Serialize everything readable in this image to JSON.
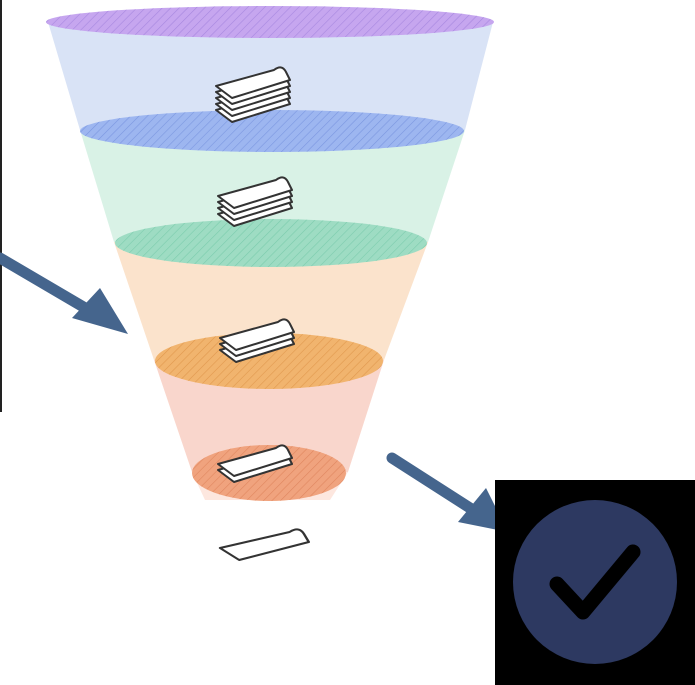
{
  "funnel": {
    "stages": [
      {
        "fill": "#d9e3f6",
        "ellipse": "#c6a6ef",
        "stack_count": 5
      },
      {
        "fill": "#d9f2e6",
        "ellipse": "#9db6f0",
        "stack_count": 4
      },
      {
        "fill": "#fbe3cc",
        "ellipse": "#9edcc3",
        "stack_count": 3
      },
      {
        "fill": "#f9d6cc",
        "ellipse": "#f1b46e",
        "stack_count": 2
      },
      {
        "fill": "#ffffff",
        "ellipse": "#f0a37e",
        "stack_count": 1
      }
    ],
    "paper_icon": "document-stack-icon"
  },
  "arrows": {
    "color": "#45658d",
    "icon": "arrow-icon"
  },
  "badge": {
    "icon": "checkmark-icon",
    "background": "#000000",
    "circle": "#2d3961",
    "check": "#000000"
  },
  "left_rule": {
    "color": "#222222"
  }
}
